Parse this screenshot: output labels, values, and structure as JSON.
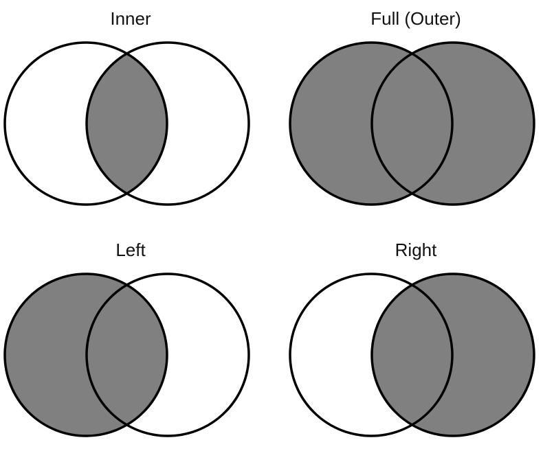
{
  "diagrams": [
    {
      "id": "inner",
      "title": "Inner",
      "shade": "intersection"
    },
    {
      "id": "full",
      "title": "Full (Outer)",
      "shade": "both"
    },
    {
      "id": "left",
      "title": "Left",
      "shade": "left"
    },
    {
      "id": "right",
      "title": "Right",
      "shade": "right"
    }
  ],
  "colors": {
    "fill": "#808080",
    "stroke": "#000000",
    "background": "#ffffff"
  }
}
